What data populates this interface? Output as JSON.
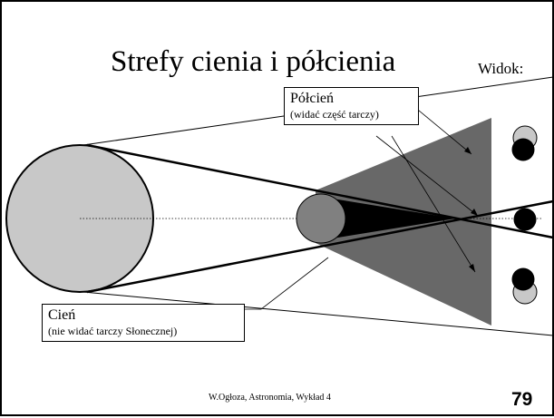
{
  "slide": {
    "title": "Strefy cienia i półcienia",
    "view_label": "Widok:",
    "penumbra": {
      "label": "Półcień",
      "note": "(widać część tarczy)"
    },
    "umbra": {
      "label": "Cień",
      "note": "(nie widać  tarczy Słonecznej)"
    },
    "footer": "W.Ogłoza, Astronomia, Wykład 4",
    "page_number": "79"
  },
  "views": [
    {
      "name": "view-partial-top",
      "description": "partial eclipse (upper)"
    },
    {
      "name": "view-total",
      "description": "total eclipse"
    },
    {
      "name": "view-partial-bottom",
      "description": "partial eclipse (lower)"
    }
  ],
  "colors": {
    "sun": "#c8c8c8",
    "moon": "#808080",
    "penumbra": "#686868",
    "umbra": "#000000",
    "light_disc": "#c8c8c8",
    "dark_disc": "#000000"
  }
}
